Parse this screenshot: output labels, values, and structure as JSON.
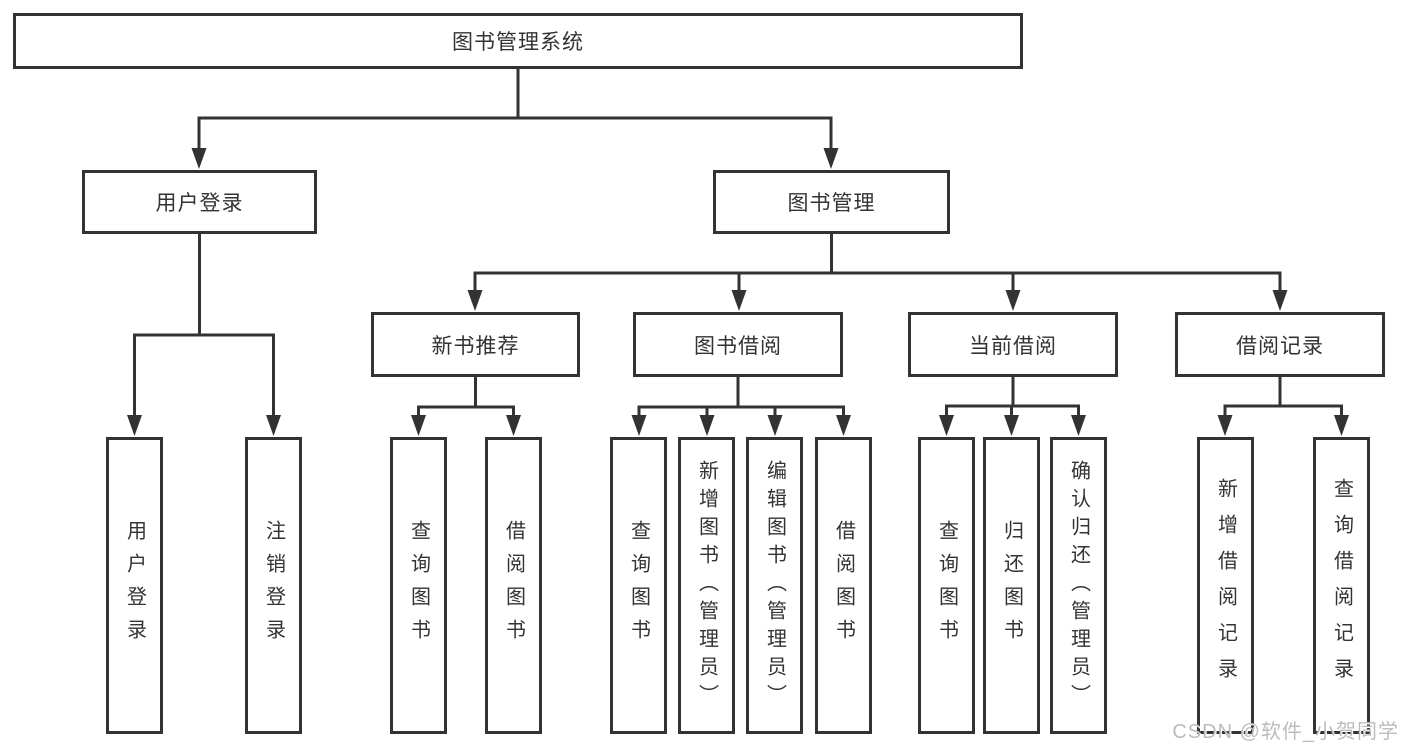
{
  "diagram": {
    "root": {
      "label": "图书管理系统"
    },
    "level2": [
      {
        "label": "用户登录"
      },
      {
        "label": "图书管理"
      }
    ],
    "level3": [
      {
        "label": "新书推荐"
      },
      {
        "label": "图书借阅"
      },
      {
        "label": "当前借阅"
      },
      {
        "label": "借阅记录"
      }
    ],
    "leaves": {
      "user_login": [
        "用户登录",
        "注销登录"
      ],
      "new_book": [
        "查询图书",
        "借阅图书"
      ],
      "book_borrow": [
        "查询图书",
        "新增图书（管理员）",
        "编辑图书（管理员）",
        "借阅图书"
      ],
      "current_borrow": [
        "查询图书",
        "归还图书",
        "确认归还（管理员）"
      ],
      "borrow_record": [
        "新增借阅记录",
        "查询借阅记录"
      ]
    },
    "colors": {
      "line": "#333333",
      "text": "#333333",
      "background": "#ffffff",
      "watermark": "#bcbcbc"
    },
    "watermark": "CSDN @软件_小贺同学"
  }
}
